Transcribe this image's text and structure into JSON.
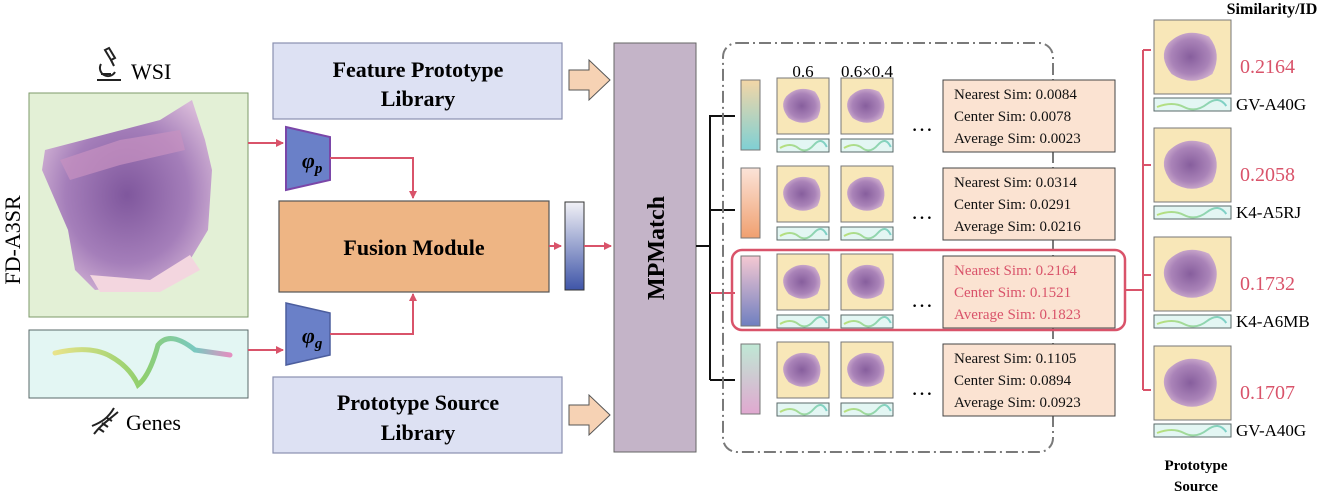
{
  "labels": {
    "wsi": "WSI",
    "genes": "Genes",
    "slide_id": "FD-A3SR",
    "feature_lib_line1": "Feature Prototype",
    "feature_lib_line2": "Library",
    "source_lib_line1": "Prototype Source",
    "source_lib_line2": "Library",
    "fusion": "Fusion Module",
    "phi_p_sym": "φ",
    "phi_p_sub": "p",
    "phi_g_sym": "φ",
    "phi_g_sub": "g",
    "mpmatch": "MPMatch",
    "ratio_a": "0.6",
    "ratio_b": "0.6×0.4",
    "ellipsis": "…",
    "sim_header": "Similarity/ID",
    "proto_source_line1": "Prototype",
    "proto_source_line2": "Source"
  },
  "results": [
    {
      "nearest": "Nearest Sim: 0.0084",
      "center": "Center Sim: 0.0078",
      "average": "Average Sim: 0.0023",
      "highlight": false,
      "bar_top": "#f3d6a6",
      "bar_bottom": "#7fd0d4"
    },
    {
      "nearest": "Nearest Sim: 0.0314",
      "center": "Center Sim: 0.0291",
      "average": "Average Sim: 0.0216",
      "highlight": false,
      "bar_top": "#fbe3d8",
      "bar_bottom": "#f0a070"
    },
    {
      "nearest": "Nearest Sim: 0.2164",
      "center": "Center Sim: 0.1521",
      "average": "Average Sim: 0.1823",
      "highlight": true,
      "bar_top": "#f5c8d2",
      "bar_bottom": "#6f7fc0"
    },
    {
      "nearest": "Nearest Sim: 0.1105",
      "center": "Center Sim: 0.0894",
      "average": "Average Sim: 0.0923",
      "highlight": false,
      "bar_top": "#bfe8d4",
      "bar_bottom": "#e0a8d0"
    }
  ],
  "prototypes": [
    {
      "similarity": "0.2164",
      "id": "GV-A40G"
    },
    {
      "similarity": "0.2058",
      "id": "K4-A5RJ"
    },
    {
      "similarity": "0.1732",
      "id": "K4-A6MB"
    },
    {
      "similarity": "0.1707",
      "id": "GV-A40G"
    }
  ],
  "colors": {
    "library_fill": "#dde1f3",
    "fusion_fill": "#eeb584",
    "mpmatch_fill": "#c4b4c8",
    "encoder_fill": "#6a80c8",
    "encoder_p_stroke": "#7a46a8",
    "arrow_red": "#d9536a",
    "result_fill": "#fbe3d2",
    "highlight_text": "#d9536a",
    "tile_fill": "#f8e7b8"
  }
}
